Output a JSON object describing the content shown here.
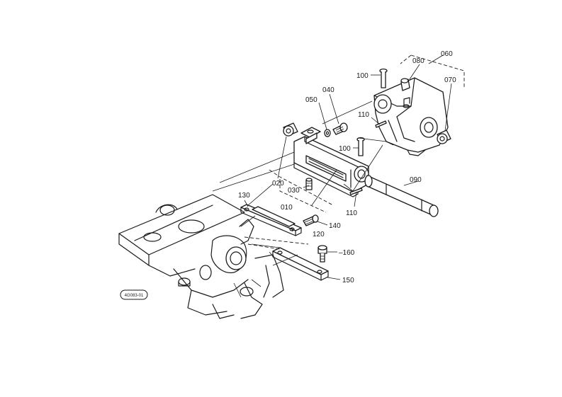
{
  "callouts": {
    "c010": "010",
    "c020": "020",
    "c030": "030",
    "c040": "040",
    "c050": "050",
    "c060": "060",
    "c070": "070",
    "c080": "080",
    "c090": "090",
    "c100a": "100",
    "c100b": "100",
    "c110a": "110",
    "c110b": "110",
    "c120": "120",
    "c130": "130",
    "c140": "140",
    "c150": "150",
    "c160": "160"
  },
  "figure_code": "4G083-01"
}
